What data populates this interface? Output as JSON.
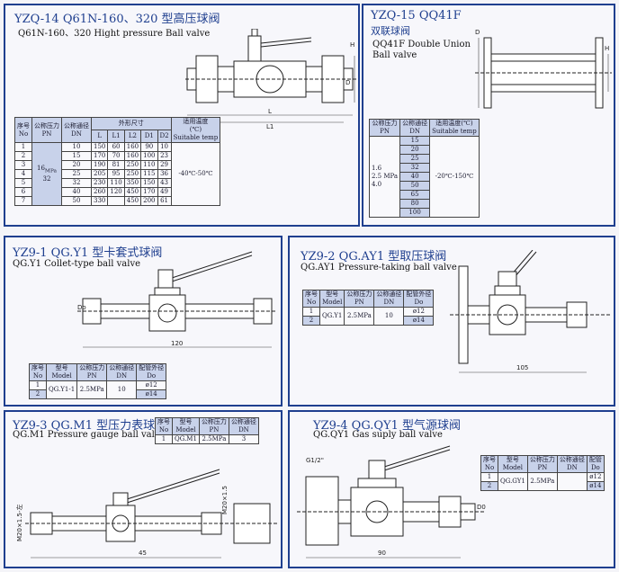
{
  "p1": {
    "title_cn": "YZQ-14  Q61N-160、320 型高压球阀",
    "title_en": "Q61N-160、320 Hight pressure Ball valve",
    "headers": {
      "seq": "序号",
      "seq_en": "No",
      "press": "公称压力",
      "press_en": "PN",
      "dn": "公称通径",
      "dn_en": "DN",
      "dims": "外形尺寸",
      "temp": "适用温度",
      "temp_unit": "(℃)",
      "temp_en": "Suitable temp"
    },
    "sub": [
      "L",
      "L1",
      "L2",
      "D1",
      "D2"
    ],
    "rows": [
      [
        "1",
        "10",
        "150",
        "60",
        "160",
        "90",
        "10"
      ],
      [
        "2",
        "15",
        "170",
        "70",
        "160",
        "100",
        "23"
      ],
      [
        "3",
        "20",
        "190",
        "81",
        "250",
        "110",
        "29"
      ],
      [
        "4",
        "25",
        "205",
        "95",
        "250",
        "115",
        "36"
      ],
      [
        "5",
        "32",
        "230",
        "110",
        "350",
        "150",
        "43"
      ],
      [
        "6",
        "40",
        "260",
        "120",
        "450",
        "170",
        "49"
      ],
      [
        "7",
        "50",
        "330",
        "",
        "450",
        "200",
        "61"
      ]
    ],
    "pressure": "16",
    "pressure2": "32",
    "pressure_unit": "MPa",
    "temp": "-40℃-50℃",
    "dim_labels": {
      "l": "L",
      "l1": "L1",
      "h": "H",
      "d": "D"
    }
  },
  "p2": {
    "title_cn": "YZQ-15  QQ41F",
    "title_cn2": "双联球阀",
    "title_en1": "QQ41F Double Union",
    "title_en2": "Ball valve",
    "headers": {
      "press": "公称压力",
      "press_en": "PN",
      "dn": "公称通径",
      "dn_en": "DN",
      "temp": "适用温度(℃)",
      "temp_en": "Suitable temp"
    },
    "dns": [
      "15",
      "20",
      "25",
      "32",
      "40",
      "50",
      "65",
      "80",
      "100"
    ],
    "pressure": [
      "1.6",
      "2.5 MPa",
      "4.0"
    ],
    "temp": "-20℃-150℃",
    "dim_labels": {
      "d": "D",
      "h": "H"
    }
  },
  "p3": {
    "title_cn": "YZ9-1 QG.Y1 型卡套式球阀",
    "title_en": "QG.Y1 Collet-type ball valve",
    "headers": {
      "seq": "序号",
      "seq_en": "No",
      "model": "型号",
      "model_en": "Model",
      "press": "公称压力",
      "press_en": "PN",
      "dn": "公称通径",
      "dn_en": "DN",
      "pipe": "配管外径",
      "pipe_en": "Do"
    },
    "rows": [
      {
        "no": "1",
        "do": "ø12"
      },
      {
        "no": "2",
        "do": "ø14"
      }
    ],
    "model": "QG.Y1-1",
    "pn": "2.5MPa",
    "dn": "10",
    "dim": "120",
    "dim_labels": {
      "do": "Do"
    }
  },
  "p4": {
    "title_cn": "YZ9-2 QG.AY1 型取压球阀",
    "title_en": "QG.AY1 Pressure-taking ball valve",
    "headers": {
      "seq": "序号",
      "seq_en": "No",
      "model": "型号",
      "model_en": "Model",
      "press": "公称压力",
      "press_en": "PN",
      "dn": "公称通径",
      "dn_en": "DN",
      "pipe": "配管外径",
      "pipe_en": "Do"
    },
    "rows": [
      {
        "no": "1",
        "do": "ø12"
      },
      {
        "no": "2",
        "do": "ø14"
      }
    ],
    "model": "QG.Y1",
    "pn": "2.5MPa",
    "dn": "10",
    "dim": "105"
  },
  "p5": {
    "title_cn": "YZ9-3 QG.M1 型压力表球阀",
    "title_en": "QG.M1 Pressure gauge ball valve",
    "headers": {
      "seq": "序号",
      "seq_en": "No",
      "model": "型号",
      "model_en": "Model",
      "press": "公称压力",
      "press_en": "PN",
      "dn": "公称通径",
      "dn_en": "DN"
    },
    "row": {
      "no": "1",
      "model": "QG.M1",
      "pn": "2.5MPa",
      "dn": "3"
    },
    "dim": "45",
    "thread_left": "M20×1.5-左",
    "thread_right": "M20×1.5"
  },
  "p6": {
    "title_cn": "YZ9-4 QG.QY1 型气源球阀",
    "title_en": "QG.QY1 Gas suply ball valve",
    "headers": {
      "seq": "序号",
      "seq_en": "No",
      "model": "型号",
      "model_en": "Model",
      "press": "公称压力",
      "press_en": "PN",
      "dn": "公称通径",
      "dn_en": "DN",
      "pipe": "配管",
      "pipe_en": "Do"
    },
    "rows": [
      {
        "no": "1",
        "do": "ø12"
      },
      {
        "no": "2",
        "do": "ø14"
      }
    ],
    "model": "QG.GY1",
    "pn": "2.5MPa",
    "dim": "90",
    "thread": "G1/2\"",
    "dim_labels": {
      "do": "D0"
    }
  }
}
